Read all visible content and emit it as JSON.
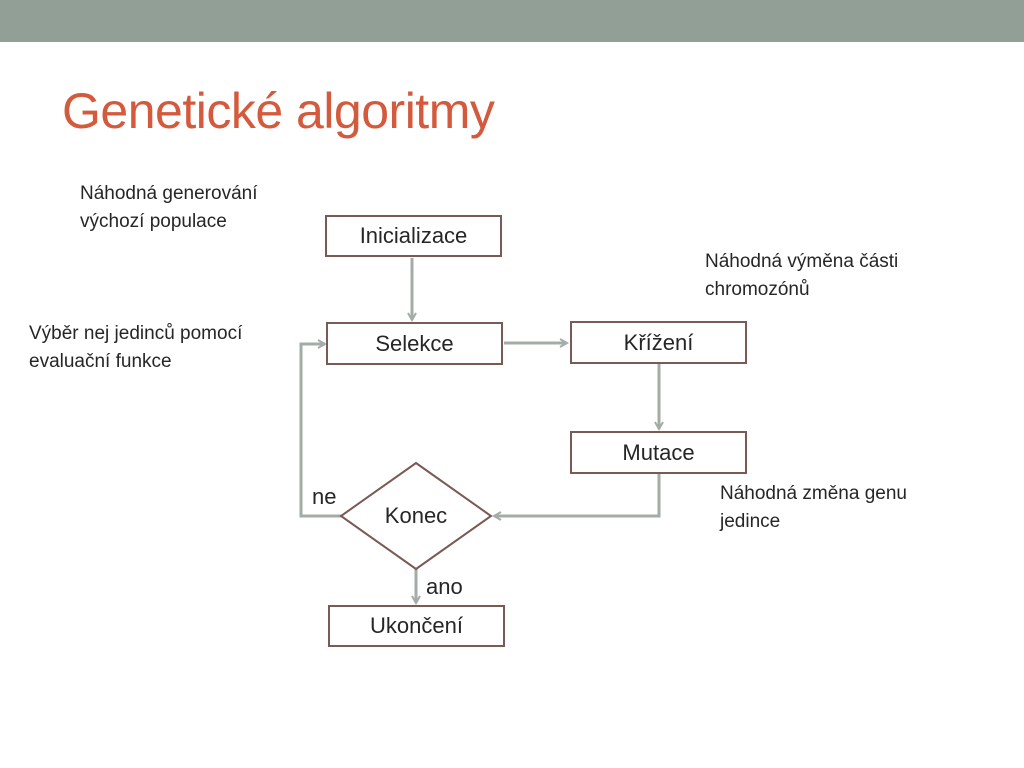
{
  "slide": {
    "title": "Genetické algoritmy"
  },
  "nodes": {
    "init": "Inicializace",
    "selection": "Selekce",
    "crossover": "Křížení",
    "mutation": "Mutace",
    "end_check": "Konec",
    "termination": "Ukončení"
  },
  "edge_labels": {
    "no": "ne",
    "yes": "ano"
  },
  "annotations": {
    "init_note": [
      "Náhodná generování",
      "výchozí populace"
    ],
    "selection_note": [
      "Výběr nej jedinců pomocí",
      "evaluační funkce"
    ],
    "crossover_note": [
      "Náhodná výměna části",
      "chromozónů"
    ],
    "mutation_note": [
      "Náhodná změna genu",
      "jedince"
    ]
  },
  "colors": {
    "header_bar": "#929f96",
    "title": "#d35a3c",
    "box_border": "#7a5a55",
    "arrow": "#a3aca6"
  }
}
